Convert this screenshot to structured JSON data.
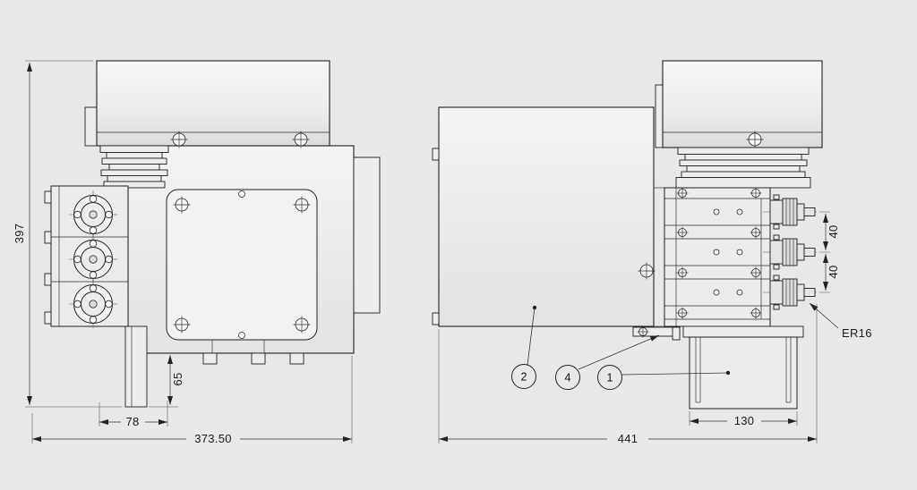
{
  "drawing": {
    "front_view": {
      "dim_overall_height": "397",
      "dim_base_offset": "65",
      "dim_column_width": "78",
      "dim_overall_width": "373.50"
    },
    "side_view": {
      "dim_spindle_pitch_upper": "40",
      "dim_spindle_pitch_lower": "40",
      "dim_base_width": "130",
      "dim_overall_width": "441",
      "collet_label": "ER16",
      "balloons": {
        "body": "2",
        "bracket": "4",
        "base": "1"
      }
    }
  }
}
